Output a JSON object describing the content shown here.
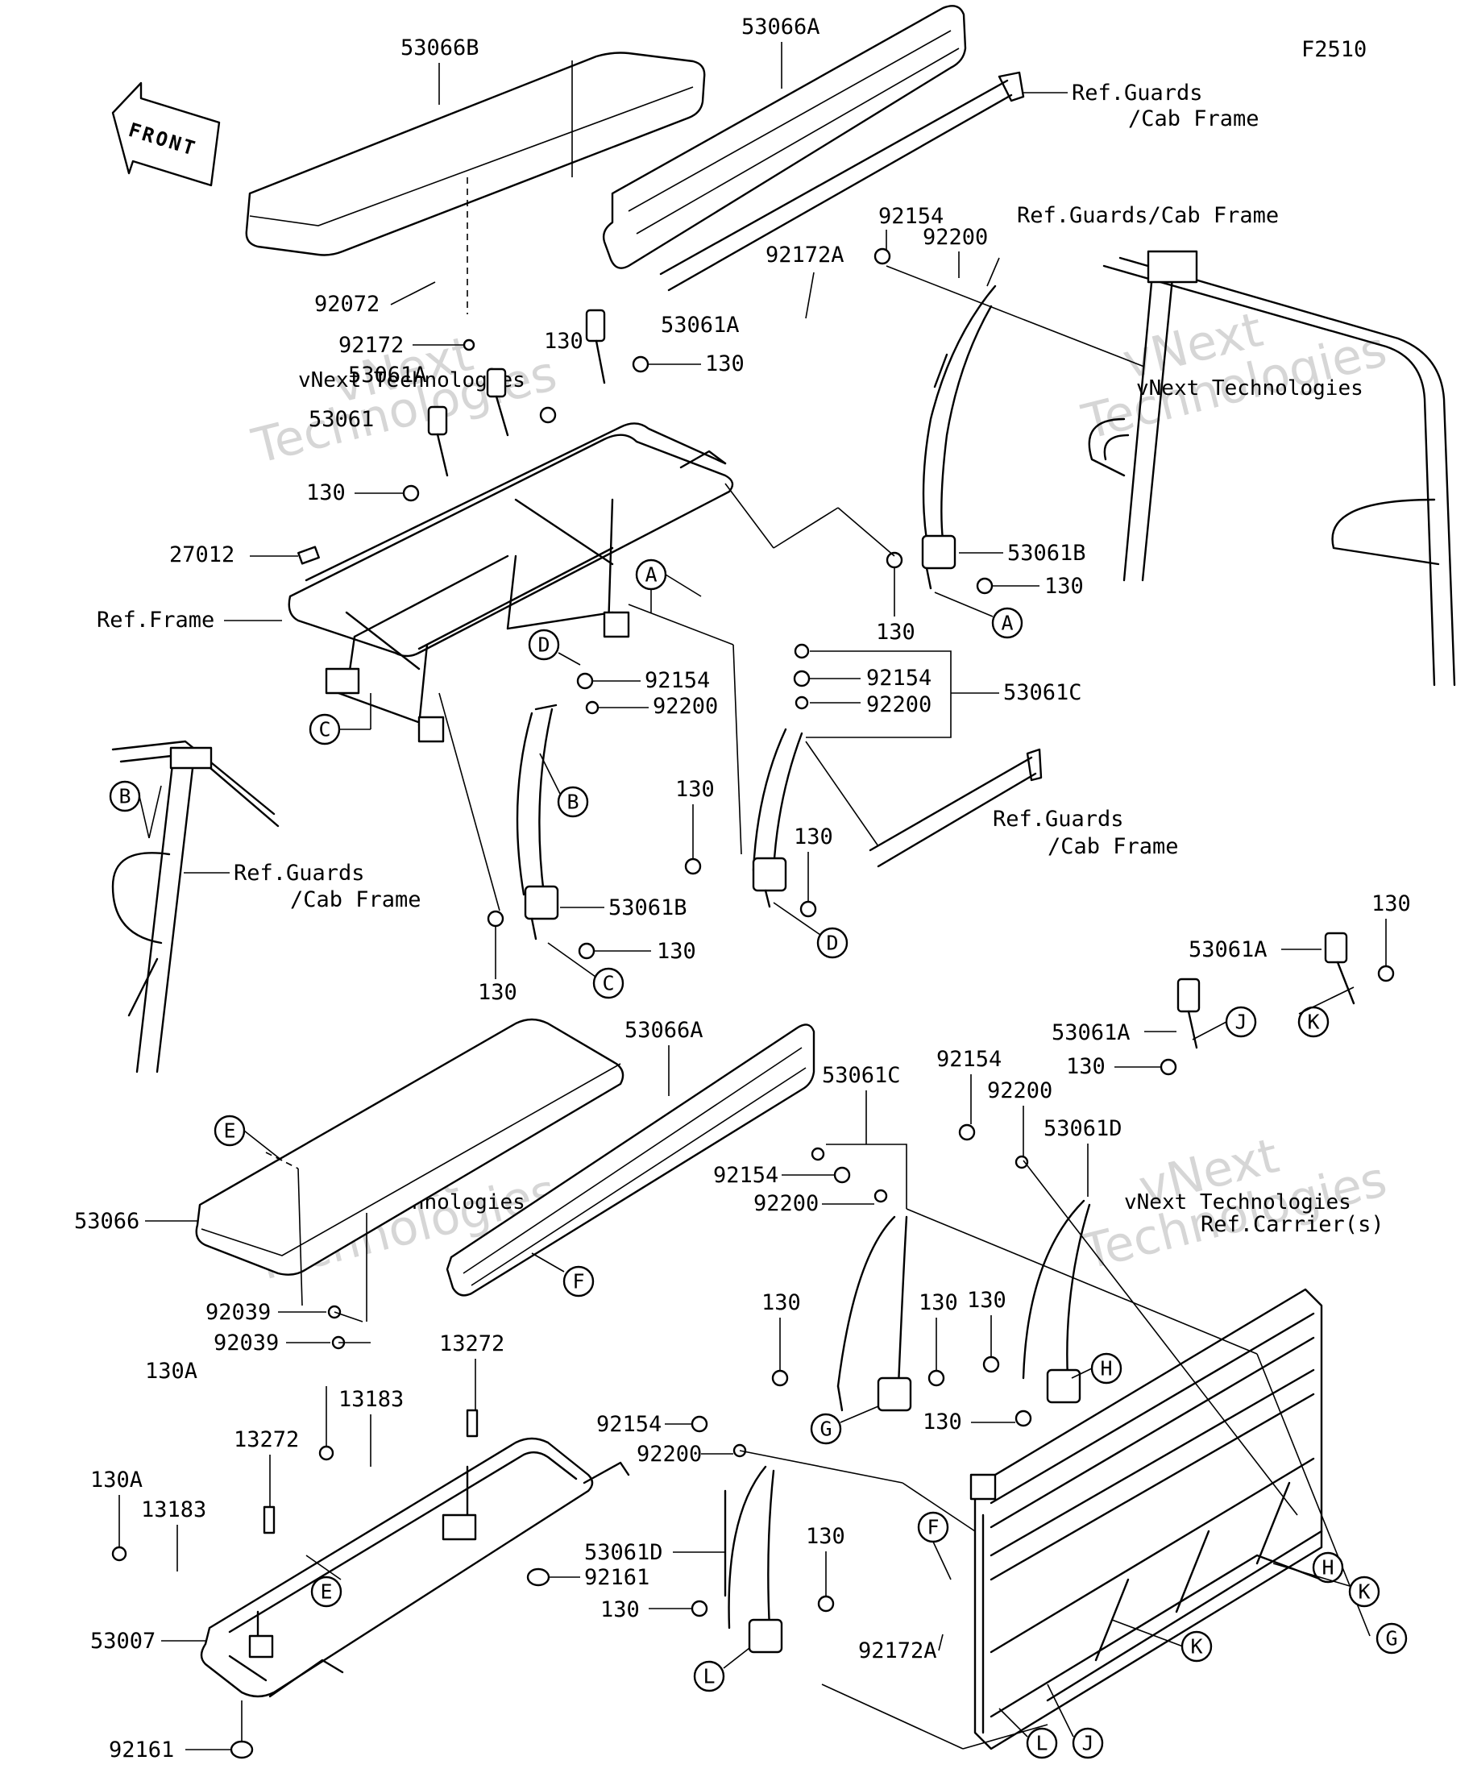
{
  "diagram_code": "F2510",
  "front_arrow_label": "FRONT",
  "watermark": {
    "small": "vNext Technologies",
    "large_line1": "vNext",
    "large_line2": "Technologies"
  },
  "part_labels": {
    "p53066B": "53066B",
    "p53066A_top": "53066A",
    "p92072": "92072",
    "p92172": "92172",
    "p53061A_1": "53061A",
    "p53061_1": "53061",
    "p130_1": "130",
    "p130_2": "130",
    "p53061A_2": "53061A",
    "p130_3": "130",
    "p92172A_top": "92172A",
    "p92154_top": "92154",
    "p92200_top": "92200",
    "p27012": "27012",
    "p53061B_top": "53061B",
    "p130_4": "130",
    "p130_5": "130",
    "p92154_mid1": "92154",
    "p92200_mid1": "92200",
    "p92154_mid2": "92154",
    "p92200_mid2": "92200",
    "p53061C_top": "53061C",
    "p130_6": "130",
    "p130_7": "130",
    "p53061B_mid": "53061B",
    "p130_8": "130",
    "p130_9": "130",
    "p130_10": "130",
    "p53061A_3": "53061A",
    "p53061A_4": "53061A",
    "p130_11": "130",
    "p53066A_bottom": "53066A",
    "p53061C_bottom": "53061C",
    "p92154_low1": "92154",
    "p92200_low1": "92200",
    "p53061D_1": "53061D",
    "p53066": "53066",
    "p92154_low2": "92154",
    "p92200_low2": "92200",
    "p92039_1": "92039",
    "p92039_2": "92039",
    "p130_12": "130",
    "p130_13": "130",
    "p130_14": "130",
    "p130_15": "130",
    "p13272_1": "13272",
    "p130A_1": "130A",
    "p13183_1": "13183",
    "p13272_2": "13272",
    "p130A_2": "130A",
    "p13183_2": "13183",
    "p92154_low3": "92154",
    "p92200_low3": "92200",
    "p53061D_2": "53061D",
    "p92161_1": "92161",
    "p130_16": "130",
    "p130_17": "130",
    "p92172A_bottom": "92172A",
    "p53007": "53007",
    "p92161_2": "92161"
  },
  "ref_labels": {
    "guards_cab_top_a1": "Ref.Guards",
    "guards_cab_top_a2": "/Cab Frame",
    "guards_cab_top_b": "Ref.Guards/Cab Frame",
    "frame": "Ref.Frame",
    "guards_cab_left1": "Ref.Guards",
    "guards_cab_left2": "/Cab Frame",
    "guards_cab_mid1": "Ref.Guards",
    "guards_cab_mid2": "/Cab Frame",
    "carrier": "Ref.Carrier(s)"
  },
  "callouts": {
    "A1": "A",
    "A2": "A",
    "B1": "B",
    "B2": "B",
    "C1": "C",
    "C2": "C",
    "D1": "D",
    "D2": "D",
    "E1": "E",
    "E2": "E",
    "F1": "F",
    "F2": "F",
    "G1": "G",
    "G2": "G",
    "H1": "H",
    "H2": "H",
    "J1": "J",
    "J2": "J",
    "K1": "K",
    "K2": "K",
    "K3": "K",
    "L1": "L",
    "L2": "L"
  }
}
